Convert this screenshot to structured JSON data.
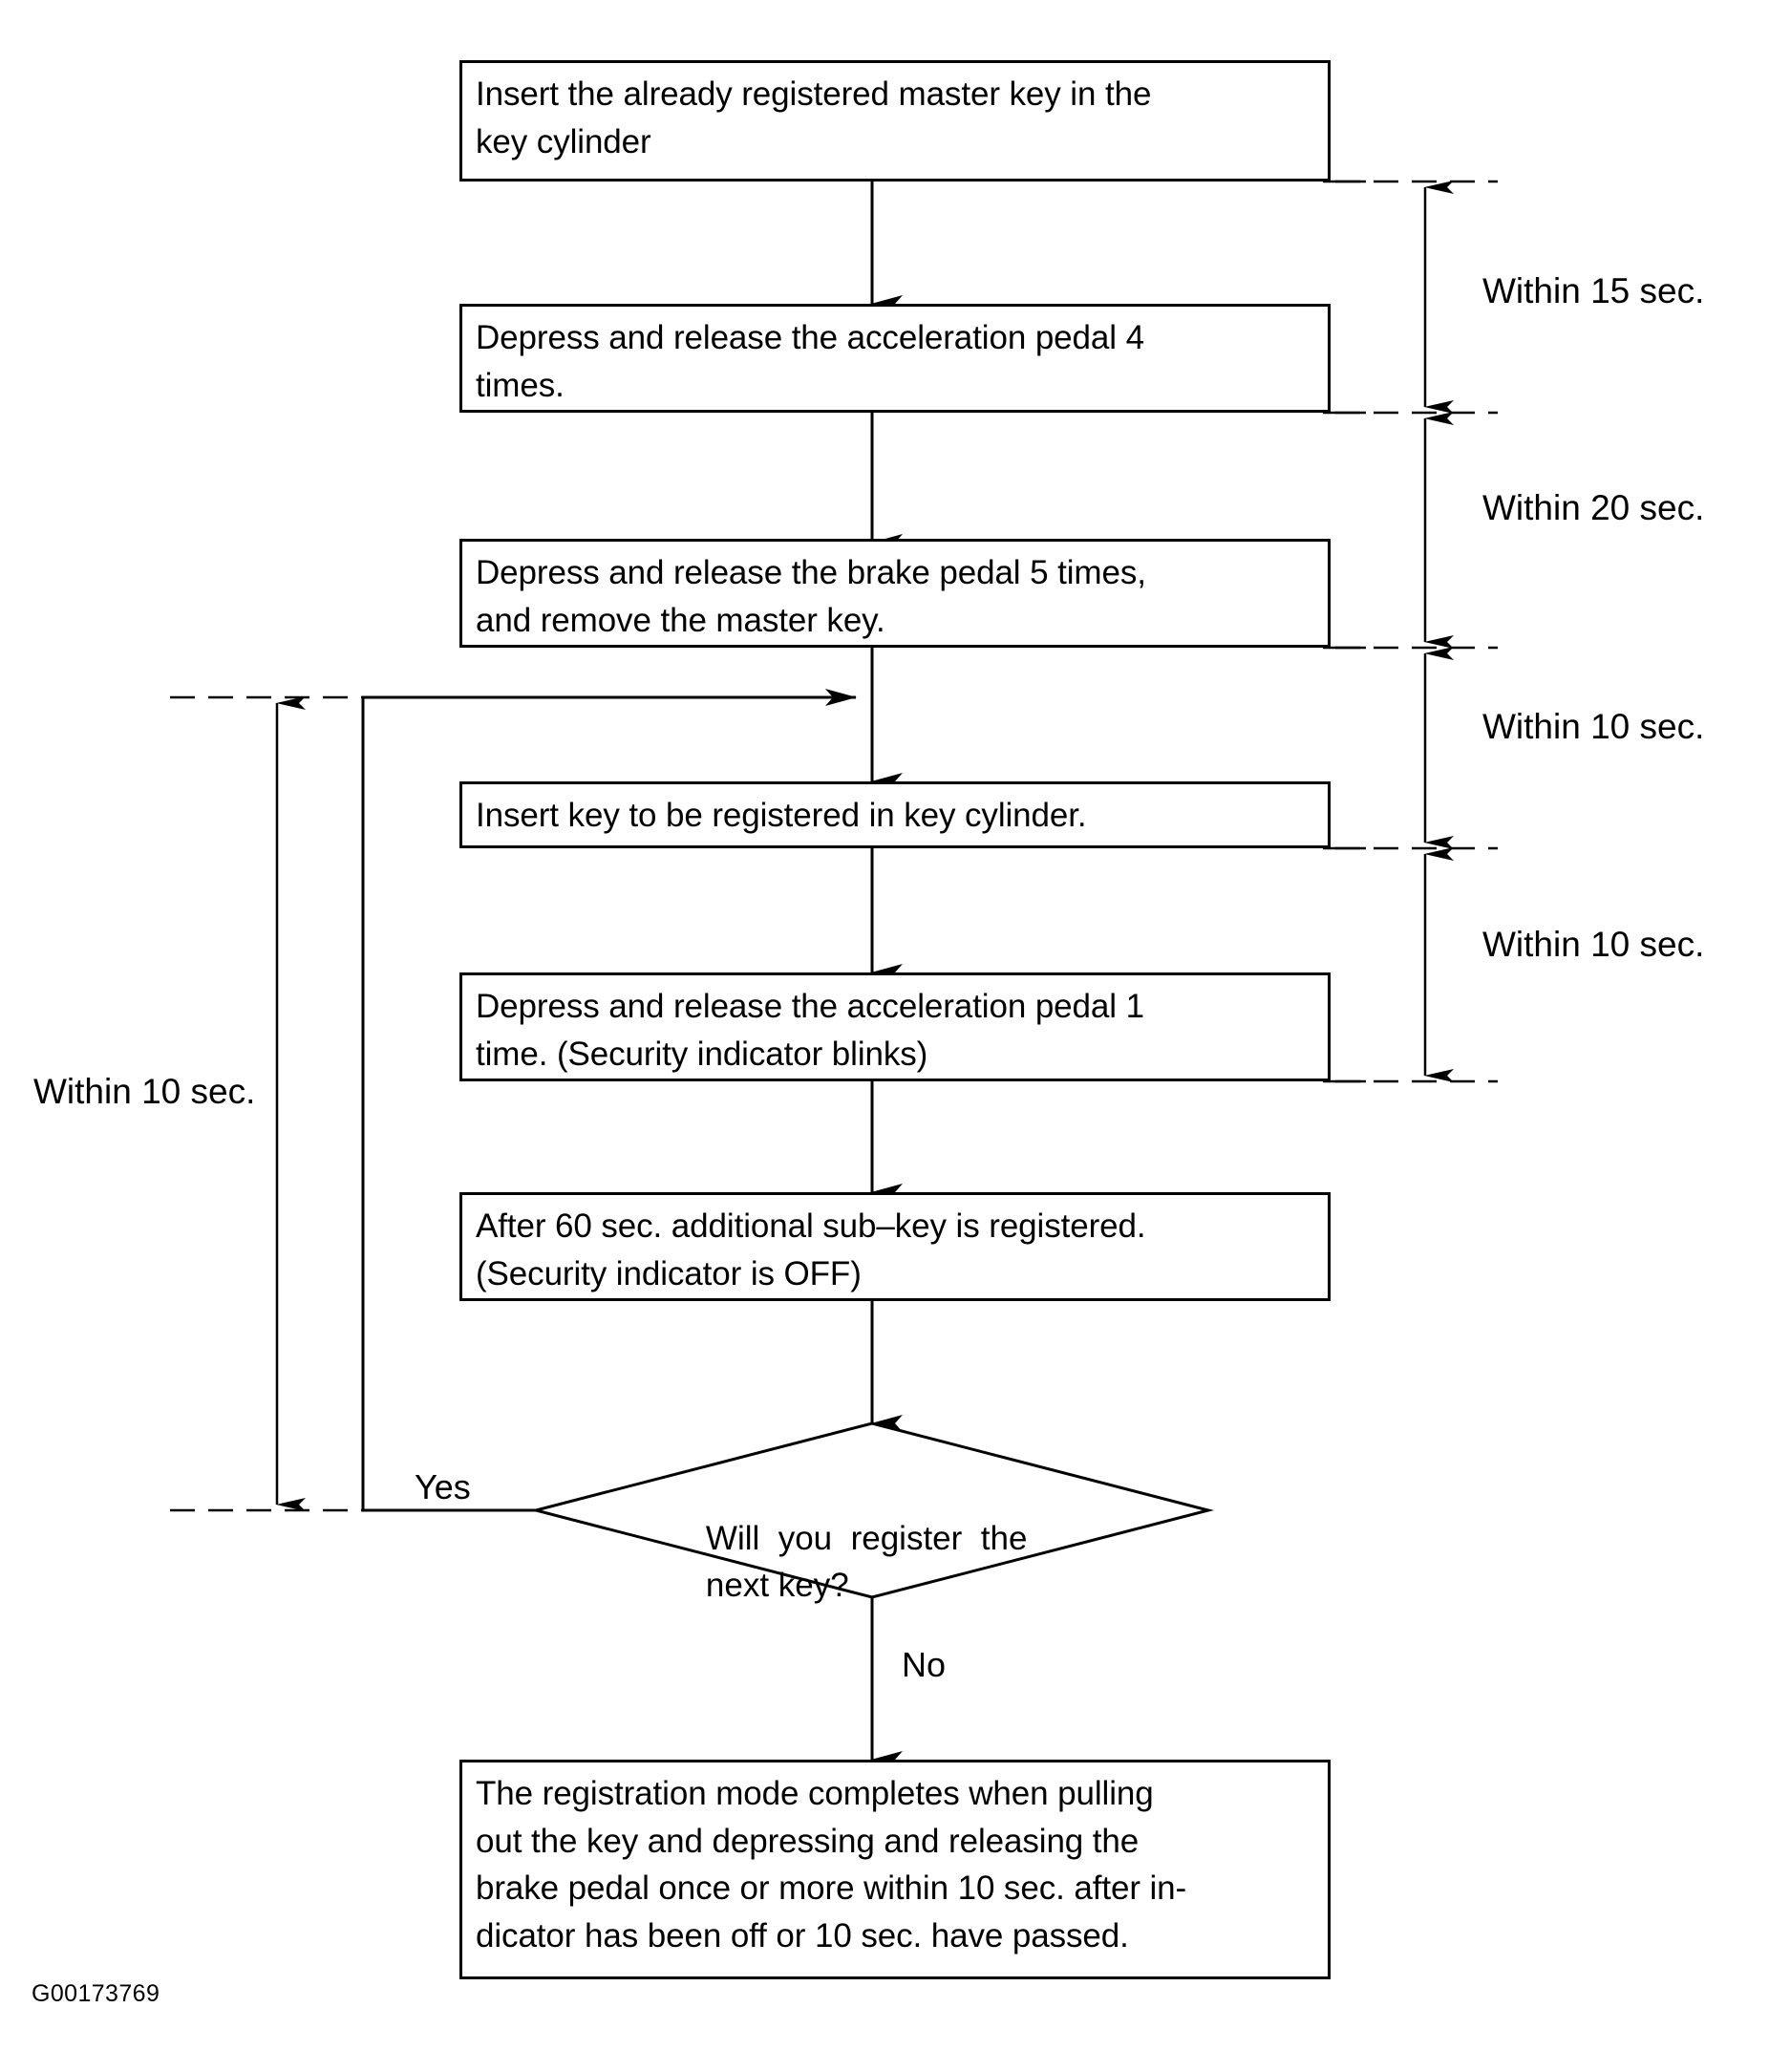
{
  "diagram": {
    "id_code": "G00173769",
    "type": "flowchart",
    "title": "Key registration procedure flowchart",
    "nodes": [
      {
        "key": "insert-master-key",
        "shape": "process",
        "lines": [
          "Insert the already registered master key in the",
          "key cylinder"
        ]
      },
      {
        "key": "accel-pedal-4-times",
        "shape": "process",
        "lines": [
          "Depress and release the acceleration pedal 4",
          "times."
        ]
      },
      {
        "key": "brake-pedal-5-times",
        "shape": "process",
        "lines": [
          "Depress and release the brake pedal 5 times,",
          "and remove the master key."
        ]
      },
      {
        "key": "insert-new-key",
        "shape": "process",
        "lines": [
          "Insert key to be registered in key cylinder."
        ]
      },
      {
        "key": "accel-pedal-1-time",
        "shape": "process",
        "lines": [
          "Depress and release the acceleration pedal 1",
          "time. (Security indicator blinks)"
        ]
      },
      {
        "key": "sub-key-registered",
        "shape": "process",
        "lines": [
          "After 60 sec. additional sub–key is registered.",
          "(Security indicator is OFF)"
        ]
      },
      {
        "key": "register-next-key",
        "shape": "decision",
        "lines": [
          "Will  you  register  the",
          "next key?"
        ]
      },
      {
        "key": "registration-complete",
        "shape": "process",
        "lines": [
          "The registration mode completes when pulling",
          "out the key and depressing and releasing the",
          "brake pedal once or more within 10 sec. after in-",
          "dicator has been off or 10 sec. have passed."
        ]
      }
    ],
    "edge_labels": [
      {
        "key": "yes-branch",
        "text": "Yes"
      },
      {
        "key": "no-branch",
        "text": "No"
      }
    ],
    "timing_annotations": [
      {
        "key": "within-15-sec",
        "text": "Within 15 sec.",
        "side": "right"
      },
      {
        "key": "within-20-sec",
        "text": "Within 20 sec.",
        "side": "right"
      },
      {
        "key": "within-10-sec-insert",
        "text": "Within 10 sec.",
        "side": "right"
      },
      {
        "key": "within-10-sec-accel",
        "text": "Within 10 sec.",
        "side": "right"
      },
      {
        "key": "within-10-sec-loop",
        "text": "Within 10 sec.",
        "side": "left"
      }
    ],
    "colors": {
      "ink": "#000000",
      "paper": "#ffffff"
    }
  }
}
